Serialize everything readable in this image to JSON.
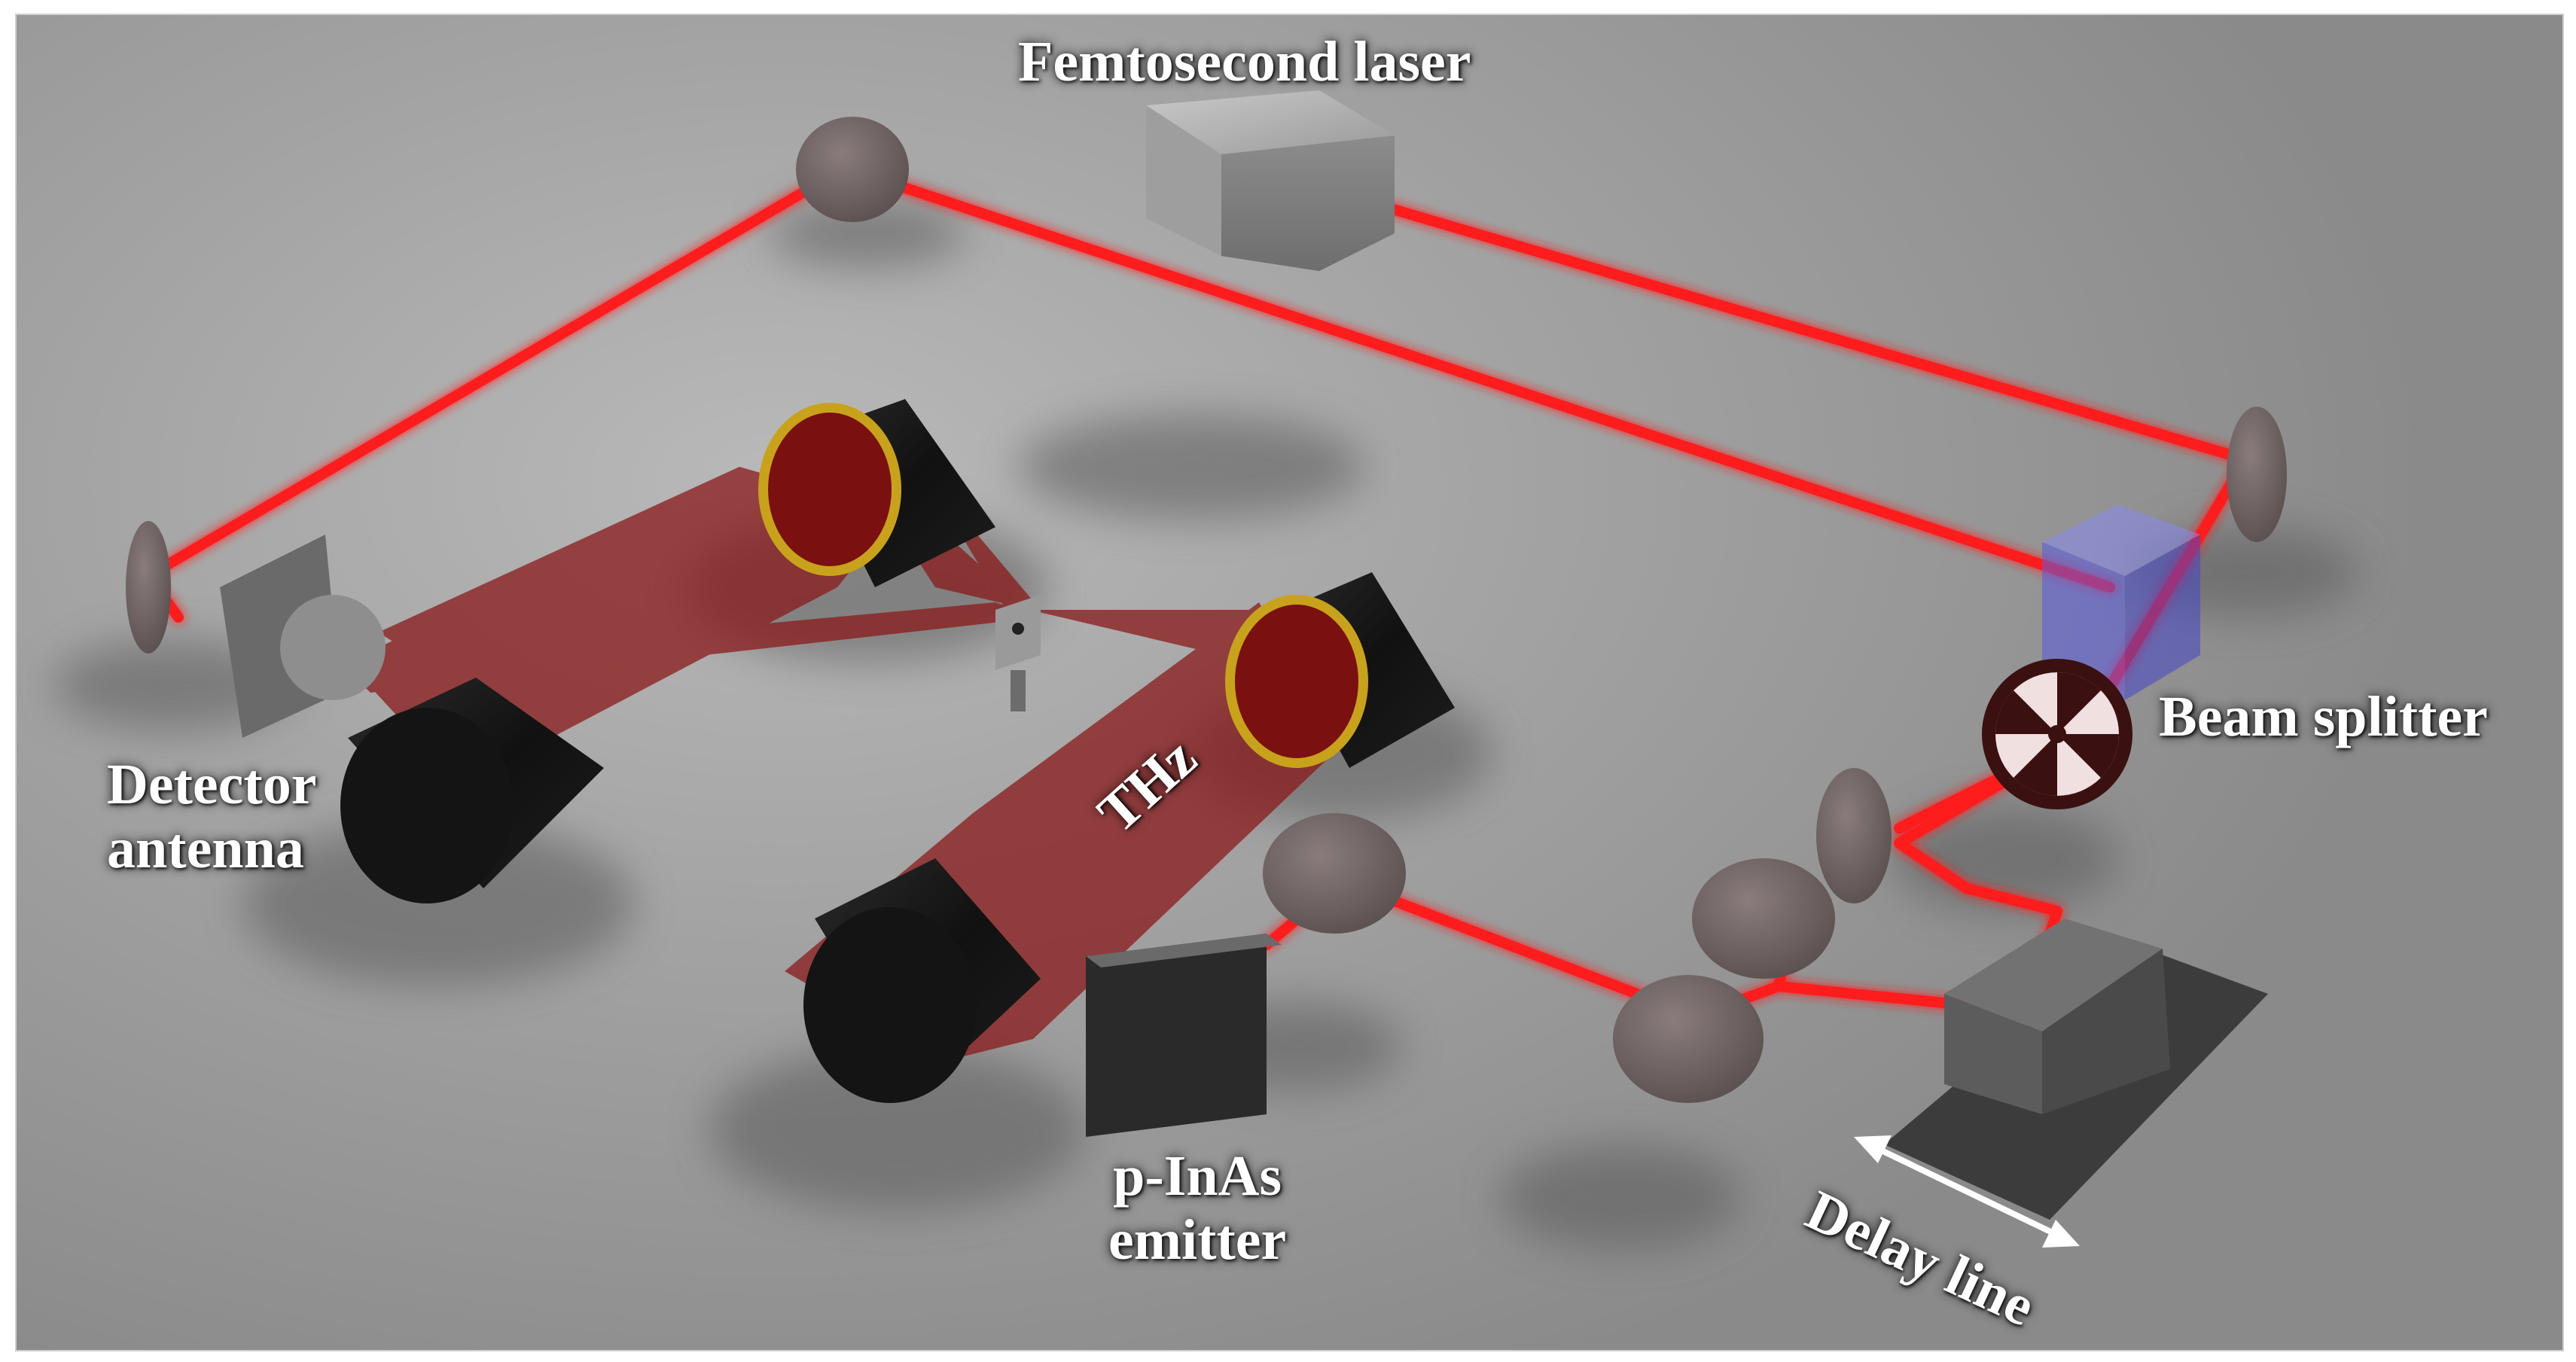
{
  "labels": {
    "femtosecond_laser": "Femtosecond laser",
    "beam_splitter": "Beam splitter",
    "detector_antenna": [
      "Detector",
      "antenna"
    ],
    "thz": "THz",
    "emitter": [
      "p-InAs",
      "emitter"
    ],
    "delay_line": "Delay line"
  },
  "colors": {
    "laser_beam": "#ff1a1a",
    "thz_beam": "#8b1a1a",
    "lens_rim": "#c9a21c",
    "background": "#a8a8a8",
    "splitter_cube": "#5a5ae0"
  }
}
